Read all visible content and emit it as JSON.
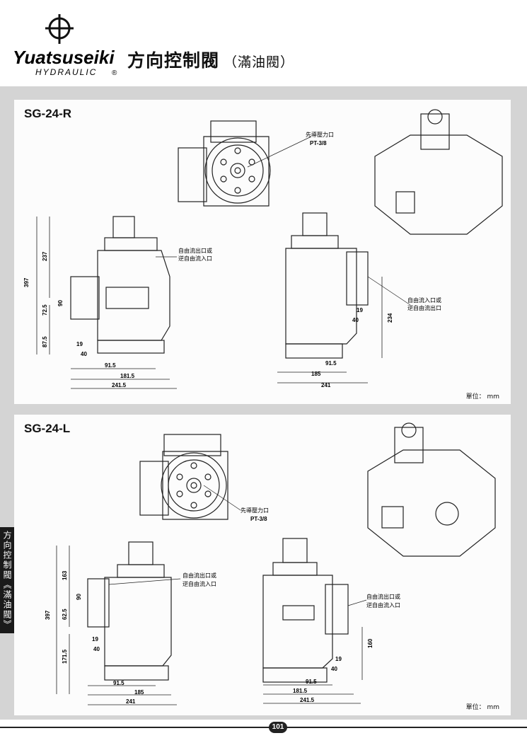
{
  "brand": {
    "name": "Yuatsuseiki",
    "sub": "HYDRAULIC",
    "reg": "®"
  },
  "heading": {
    "title": "方向控制閥",
    "subtitle": "（滿油閥）"
  },
  "side_tab": {
    "text": "方向控制閥《滿油閥》"
  },
  "page_number": "101",
  "panel_r": {
    "model": "SG-24-R",
    "unit": "單位： mm",
    "pilot_label": "先導壓力口",
    "pilot_port": "PT-3/8",
    "label_outlet_inlet": [
      "自由流出口或",
      "逆自由流入口"
    ],
    "label_inlet_outlet": [
      "自由流入口或",
      "逆自由流出口"
    ],
    "dims_left": {
      "d397": "397",
      "d237": "237",
      "d72": "72.5",
      "d87": "87.5",
      "d90": "90",
      "d19": "19",
      "d40": "40",
      "d91": "91.5",
      "d181": "181.5",
      "d241": "241.5"
    },
    "dims_right": {
      "d19": "19",
      "d40": "40",
      "d234": "234",
      "d91": "91.5",
      "d185": "185",
      "d241": "241"
    }
  },
  "panel_l": {
    "model": "SG-24-L",
    "unit": "單位： mm",
    "pilot_label": "先導壓力口",
    "pilot_port": "PT-3/8",
    "label_outlet_inlet": [
      "自由流出口或",
      "逆自由流入口"
    ],
    "label_outlet_inlet2": [
      "自由流出口或",
      "逆自由流入口"
    ],
    "dims_left": {
      "d397": "397",
      "d163": "163",
      "d62": "62.5",
      "d171": "171.5",
      "d90": "90",
      "d19": "19",
      "d40": "40",
      "d91": "91.5",
      "d185": "185",
      "d241": "241"
    },
    "dims_right": {
      "d19": "19",
      "d40": "40",
      "d160": "160",
      "d91": "91.5",
      "d181": "181.5",
      "d241": "241.5"
    }
  }
}
